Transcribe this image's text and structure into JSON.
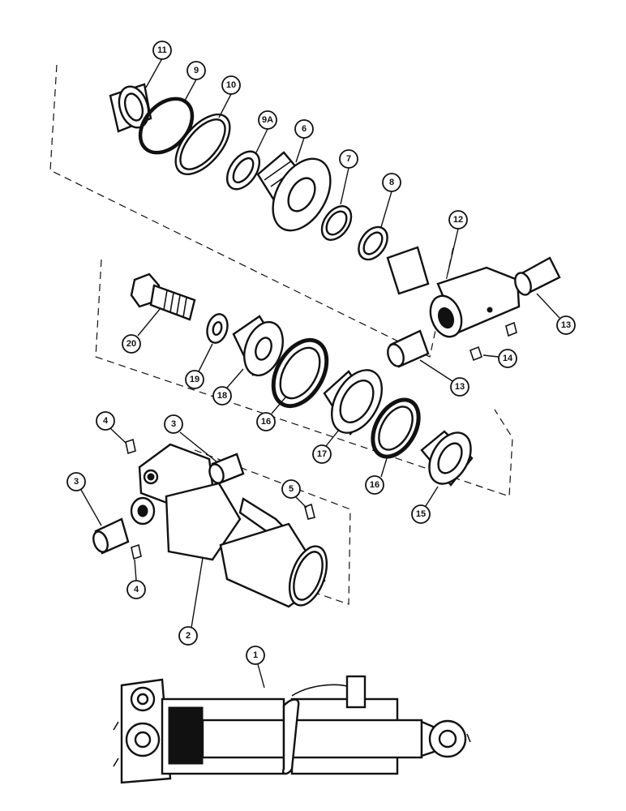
{
  "callouts": {
    "c1": "1",
    "c2": "2",
    "c3a": "3",
    "c3b": "3",
    "c4a": "4",
    "c4b": "4",
    "c5": "5",
    "c6": "6",
    "c7": "7",
    "c8": "8",
    "c9": "9",
    "c9a": "9A",
    "c10": "10",
    "c11": "11",
    "c12": "12",
    "c13a": "13",
    "c13b": "13",
    "c14": "14",
    "c15": "15",
    "c16a": "16",
    "c16b": "16",
    "c17": "17",
    "c18": "18",
    "c19": "19",
    "c20": "20"
  },
  "colors": {
    "ink": "#111111",
    "paper": "#ffffff"
  }
}
